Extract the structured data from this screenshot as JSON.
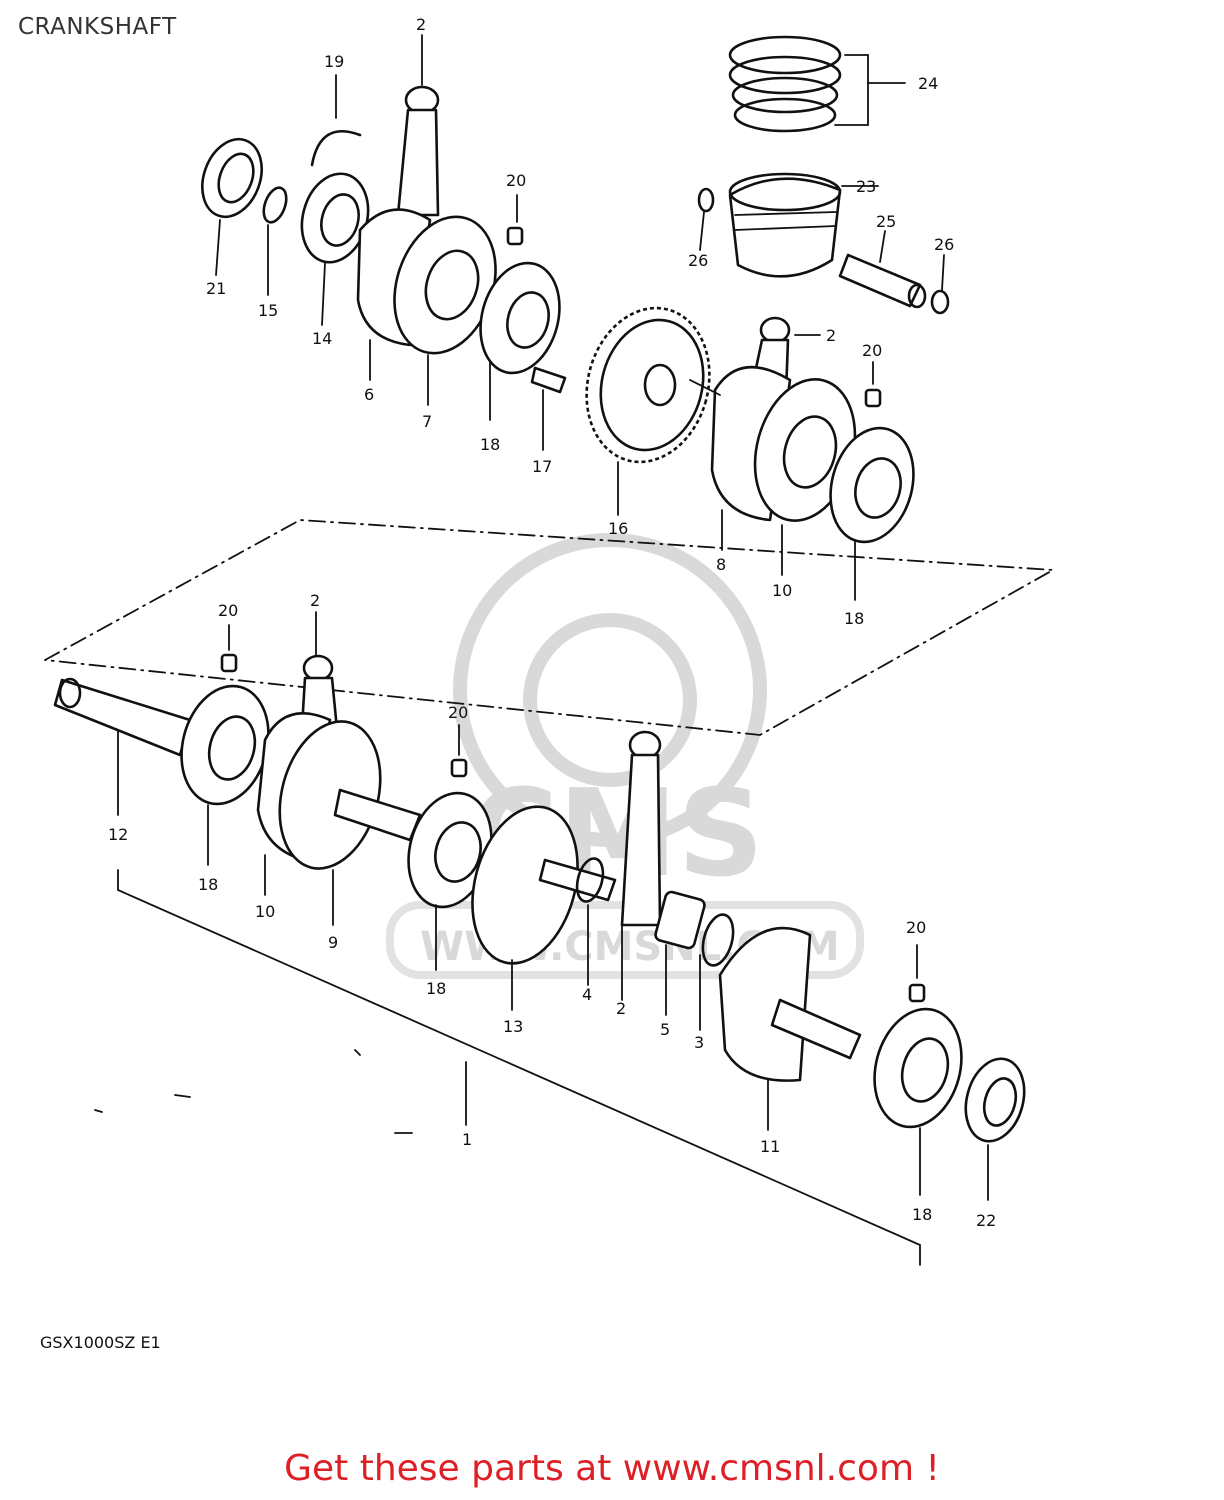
{
  "page": {
    "title": "CRANKSHAFT",
    "model_code": "GSX1000SZ  E1",
    "footer_link": "Get these parts at www.cmsnl.com !"
  },
  "watermark": {
    "text": "CMS",
    "url": "WWW.CMSNL.COM"
  },
  "callouts": {
    "c1": "1",
    "c2a": "2",
    "c2b": "2",
    "c2c": "2",
    "c2d": "2",
    "c3": "3",
    "c4": "4",
    "c5": "5",
    "c6": "6",
    "c7": "7",
    "c8": "8",
    "c9": "9",
    "c10a": "10",
    "c10b": "10",
    "c11": "11",
    "c12": "12",
    "c13": "13",
    "c14": "14",
    "c15": "15",
    "c16": "16",
    "c17": "17",
    "c18a": "18",
    "c18b": "18",
    "c18c": "18",
    "c18d": "18",
    "c18e": "18",
    "c19": "19",
    "c20a": "20",
    "c20b": "20",
    "c20c": "20",
    "c20d": "20",
    "c20e": "20",
    "c21": "21",
    "c22": "22",
    "c23": "23",
    "c24": "24",
    "c25": "25",
    "c26a": "26",
    "c26b": "26"
  },
  "colors": {
    "footer_link": "#dd1f26",
    "line": "#111111",
    "watermark": "#d9d9d9"
  }
}
